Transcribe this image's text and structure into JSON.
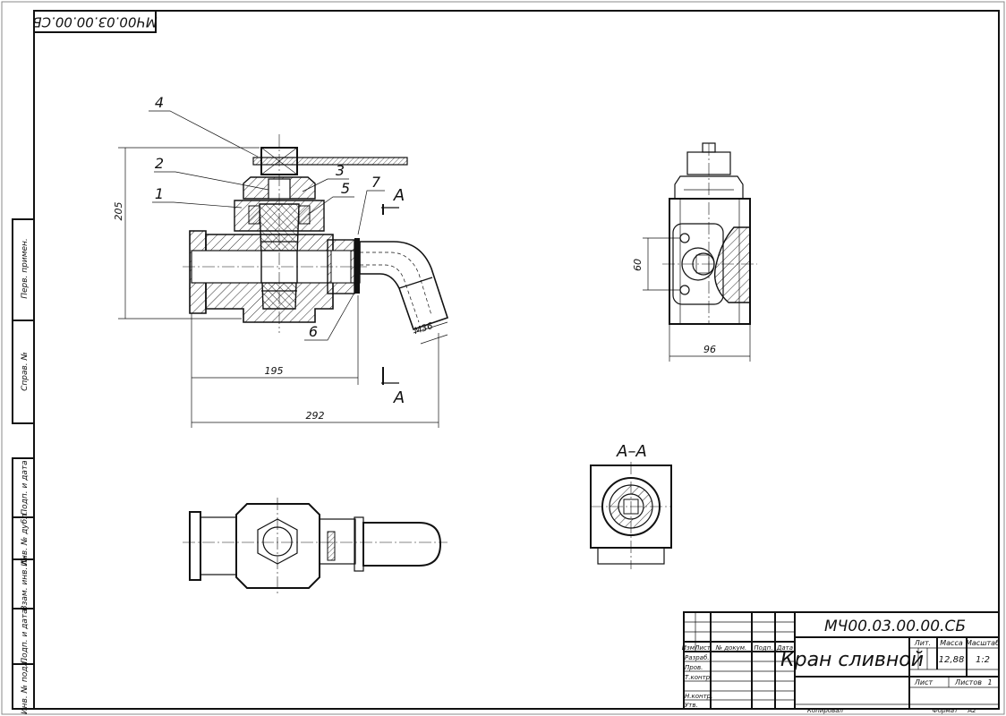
{
  "drawing": {
    "code_rotated": "МЧ00.03.00.00.СБ",
    "leaders": [
      "1",
      "2",
      "3",
      "4",
      "5",
      "6",
      "7"
    ],
    "section_marker": "А",
    "section_title": "А–А"
  },
  "dimensions": {
    "height_205": "205",
    "len_195": "195",
    "len_292": "292",
    "thread_m36": "M36",
    "side_60": "60",
    "side_96": "96"
  },
  "left_strip": {
    "perv_primen": "Перв. примен.",
    "sprav_no": "Справ. №",
    "podp_data_1": "Подп. и дата",
    "inv_dubl": "Инв. № дубл.",
    "vzam_inv": "Взам. инв. №",
    "podp_data_2": "Подп. и дата",
    "inv_podl": "Инв. № подл."
  },
  "title_block": {
    "designation": "МЧ00.03.00.00.СБ",
    "name": "Кран сливной",
    "col_izm": "Изм.",
    "col_list": "Лист",
    "col_doc": "№ докум.",
    "col_podp": "Подп.",
    "col_data": "Дата",
    "row_razrab": "Разраб.",
    "row_prov": "Пров.",
    "row_tkontr": "Т.контр.",
    "row_nkontr": "Н.контр.",
    "row_utv": "Утв.",
    "lit": "Лит.",
    "massa": "Масса",
    "masshtab": "Масштаб",
    "mass_value": "12,88",
    "scale_value": "1:2",
    "list": "Лист",
    "listov": "Листов",
    "listov_value": "1",
    "kopiroval": "Копировал",
    "format": "Формат",
    "format_value": "А2"
  }
}
